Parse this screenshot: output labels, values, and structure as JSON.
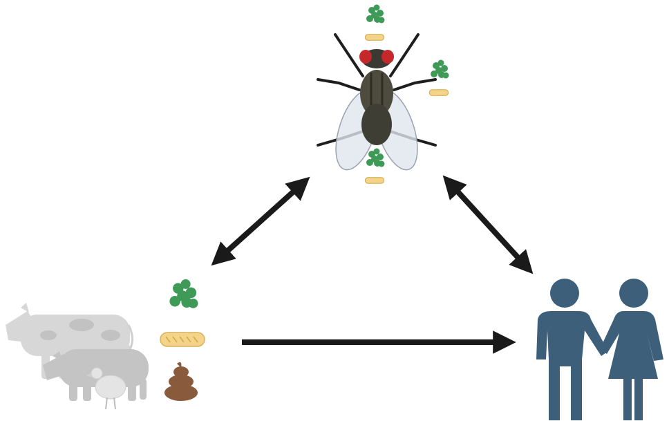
{
  "diagram": {
    "nodes": [
      {
        "id": "fly",
        "icon": "housefly-icon"
      },
      {
        "id": "livestock",
        "icon": "livestock-icons"
      },
      {
        "id": "humans",
        "icon": "human-couple-icon"
      }
    ],
    "edges": [
      {
        "from": "livestock",
        "to": "fly",
        "direction": "bidirectional"
      },
      {
        "from": "fly",
        "to": "humans",
        "direction": "bidirectional"
      },
      {
        "from": "livestock",
        "to": "humans",
        "direction": "one-way"
      }
    ],
    "colors": {
      "arrow": "#1a1a1a",
      "human": "#3d5f7a",
      "bacteria_cluster": "#3f9a57",
      "bacteria_rod": "#f3d48a",
      "manure": "#8a5a3c",
      "livestock": "#d7d7d7"
    }
  }
}
